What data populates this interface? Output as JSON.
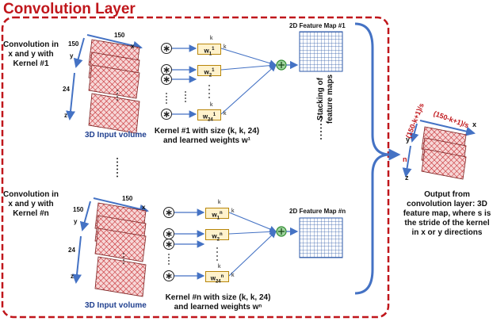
{
  "title": "Convolution Layer",
  "top": {
    "conv_label": [
      "Convolution in",
      "x and y with",
      "Kernel #1"
    ],
    "dim_x": "150",
    "dim_y": "150",
    "depth": "24",
    "axis_x": "x",
    "axis_y": "y",
    "axis_z": "z",
    "volume_label": "3D Input volume",
    "kernel_caption": [
      "Kernel #1 with size (k, k, 24)",
      "and learned weights w¹"
    ],
    "feature_map_label": "2D Feature Map #1",
    "kernel_size": "k",
    "weights": [
      {
        "base": "w",
        "sub": "1",
        "sup": "1"
      },
      {
        "base": "w",
        "sub": "2",
        "sup": "1"
      },
      {
        "base": "w",
        "sub": "24",
        "sup": "1"
      }
    ]
  },
  "bottom": {
    "conv_label": [
      "Convolution in",
      "x  and y with",
      "Kernel #n"
    ],
    "dim_x": "150",
    "dim_y": "150",
    "depth": "24",
    "axis_x": "x",
    "axis_y": "y",
    "axis_z": "z",
    "volume_label": "3D Input volume",
    "kernel_caption": [
      "Kernel #n with size (k, k, 24)",
      "and learned weights wⁿ"
    ],
    "feature_map_label": "2D Feature Map #n",
    "kernel_size": "k",
    "weights": [
      {
        "base": "w",
        "sub": "1",
        "sup": "n"
      },
      {
        "base": "w",
        "sub": "2",
        "sup": "n"
      },
      {
        "base": "w",
        "sub": "24",
        "sup": "n"
      }
    ]
  },
  "stacking_label": [
    "Stacking of",
    "feature maps"
  ],
  "output": {
    "dim_top": "(150-k+1)/s",
    "dim_side": "(150-k+1)/s",
    "axis_x": "x",
    "axis_y": "y",
    "axis_z": "z",
    "depth": "n",
    "caption": [
      "Output from",
      "convolution layer: 3D",
      "feature map, where s is",
      "the stride of the kernel",
      "in x or y directions"
    ]
  },
  "colors": {
    "accent": "#c0161b",
    "arrow": "#4472c4",
    "weight_box": "#fff2cc",
    "weight_border": "#b8860b",
    "grid": "#2e5aa8",
    "plus": "#2e8b2e"
  }
}
